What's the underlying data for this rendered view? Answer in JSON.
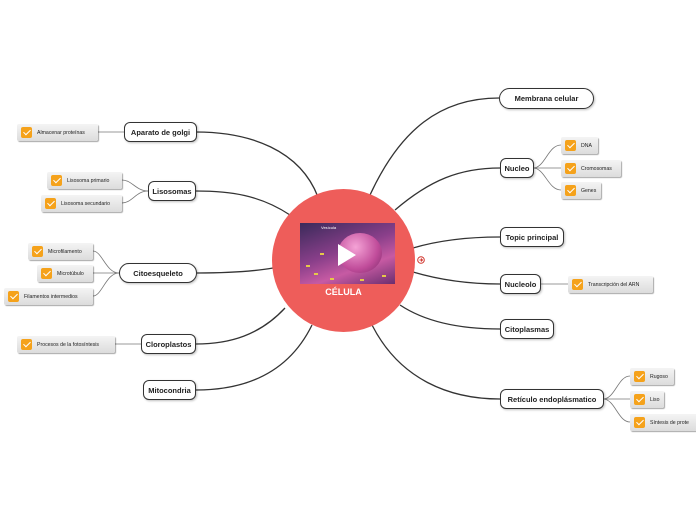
{
  "central": {
    "title": "CÉLULA",
    "video_label": "Vesícula",
    "link_icon": "link-icon",
    "play_icon": "play-icon"
  },
  "check_icon": "checkbox-icon",
  "accent_color": "#f5a21b",
  "central_color": "#ee5d5a",
  "topics": {
    "membrana": "Membrana celular",
    "nucleo": "Nucleo",
    "topic_principal": "Topic principal",
    "nucleolo": "Nucleolo",
    "citoplasmas": "Citoplasmas",
    "reticulo": "Retículo endoplásmatico",
    "golgi": "Aparato de golgi",
    "lisosomas": "Lisosomas",
    "citoesqueleto": "Citoesqueleto",
    "cloroplastos": "Cloroplastos",
    "mitocondria": "Mitocondria"
  },
  "subtopics": {
    "nucleo": [
      "DNA",
      "Cromosomas",
      "Genes"
    ],
    "nucleolo": [
      "Transcripción del ARN"
    ],
    "reticulo": [
      "Rugoso",
      "Liso",
      "Síntesis de prote"
    ],
    "golgi": [
      "Almacenar proteínas"
    ],
    "lisosomas": [
      "Lisosoma primario",
      "Lisosoma secundario"
    ],
    "citoesqueleto": [
      "Microfilamento",
      "Microtúbulo",
      "Filamentos intermedios"
    ],
    "cloroplastos": [
      "Procesos de la fotosíntesis"
    ]
  }
}
